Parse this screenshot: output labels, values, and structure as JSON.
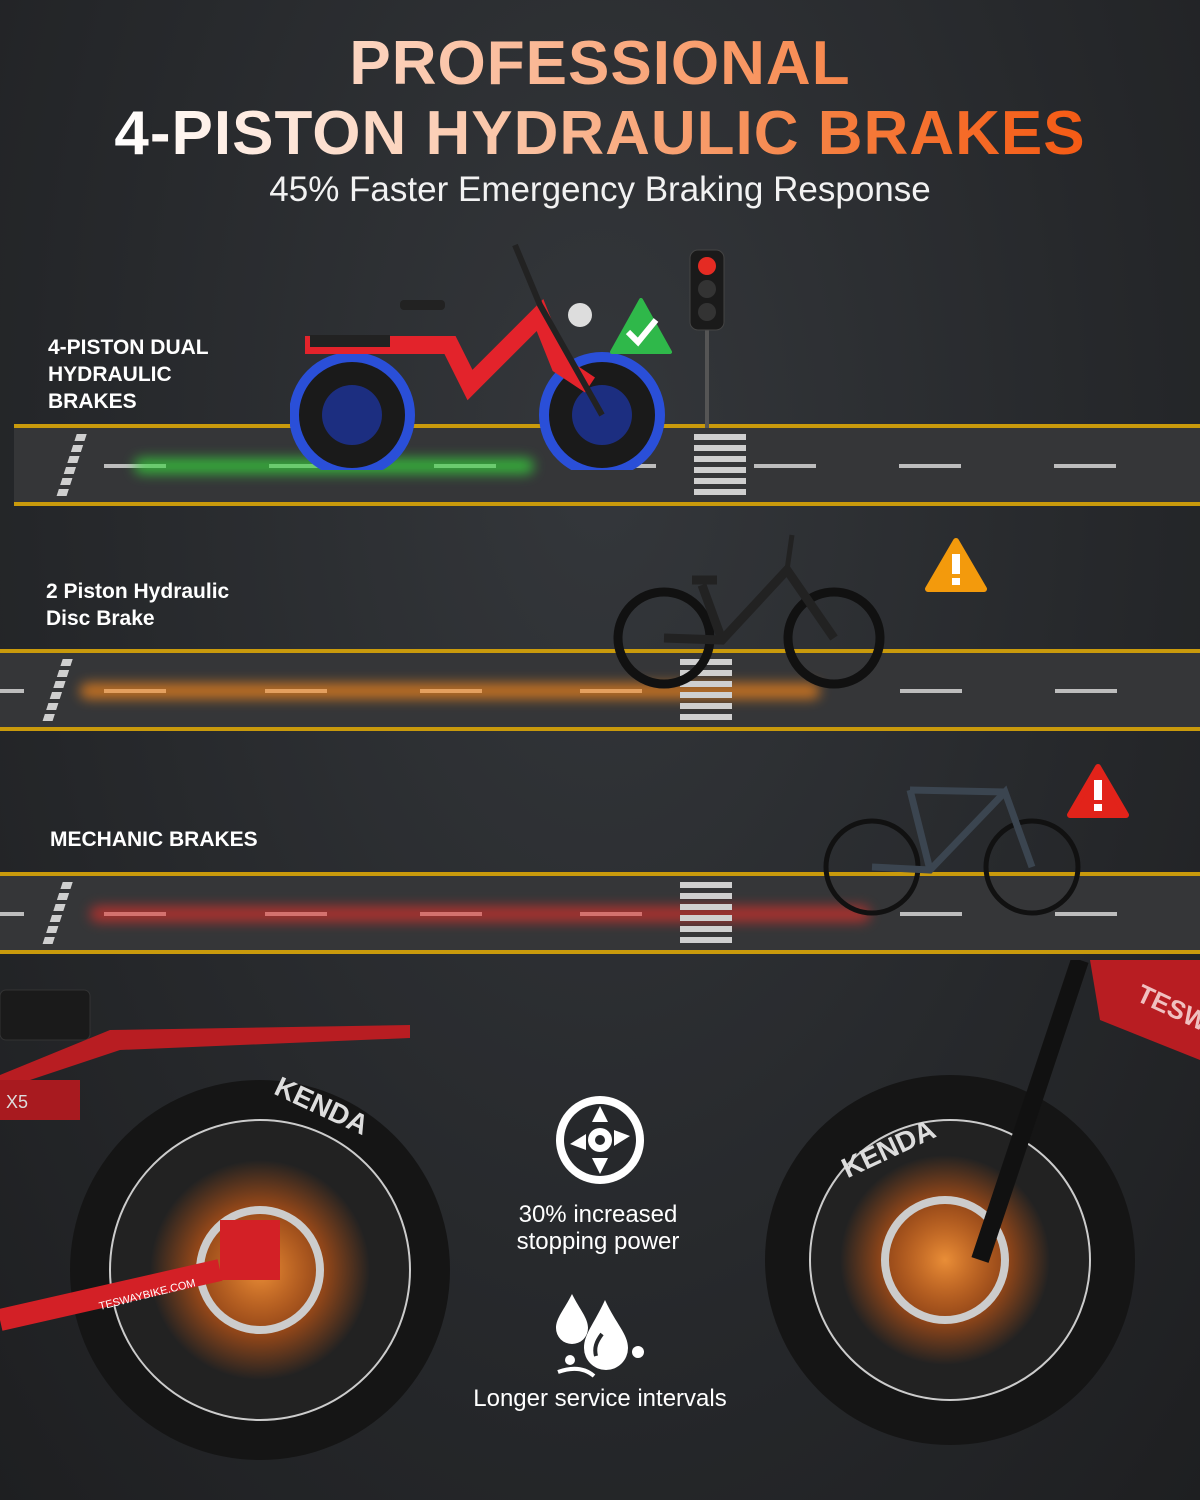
{
  "header": {
    "title_line1": "PROFESSIONAL",
    "title_line2": "4-PISTON HYDRAULIC BRAKES",
    "subtitle": "45% Faster Emergency Braking Response"
  },
  "comparisons": [
    {
      "label_lines": [
        "4-PISTON  DUAL",
        "HYDRAULIC",
        "BRAKES"
      ],
      "status": "check-icon",
      "status_color": "#2fb84a",
      "trail_color": "#37d43d"
    },
    {
      "label_lines": [
        "2 Piston Hydraulic",
        "Disc Brake"
      ],
      "status": "warning-icon",
      "status_color": "#f39a0c",
      "trail_color": "#ff8a1a"
    },
    {
      "label_lines": [
        "MECHANIC  BRAKES"
      ],
      "status": "warning-icon",
      "status_color": "#e2231a",
      "trail_color": "#e8302a"
    }
  ],
  "brand": {
    "model": "X5",
    "tire_brand": "KENDA",
    "frame_text": "TESWAY",
    "site": "TESWAYBIKE.COM"
  },
  "features": [
    {
      "icon": "brake-disc-icon",
      "lines": [
        "30% increased",
        "stopping power"
      ]
    },
    {
      "icon": "oil-drops-icon",
      "lines": [
        "Longer service intervals"
      ]
    }
  ],
  "colors": {
    "accent": "#f57c3c",
    "road_line": "#c99a0c",
    "glow": "#ff7a1a"
  }
}
